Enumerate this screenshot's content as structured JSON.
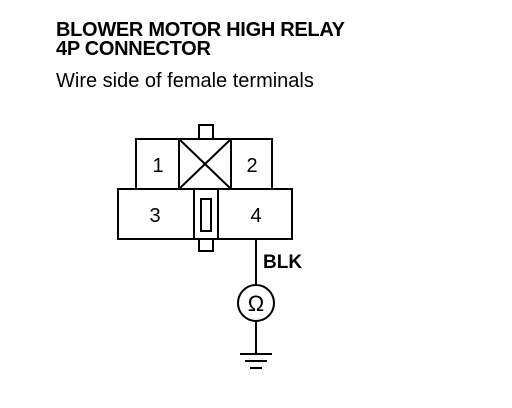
{
  "title": {
    "line1": "BLOWER MOTOR HIGH RELAY",
    "line2": "4P CONNECTOR"
  },
  "subtitle": "Wire side of female terminals",
  "connector": {
    "terminals": [
      {
        "number": "1"
      },
      {
        "number": "2"
      },
      {
        "number": "3"
      },
      {
        "number": "4"
      }
    ],
    "blank_cavity": "x-mark"
  },
  "wire": {
    "color_label": "BLK",
    "terminal": "4"
  },
  "meter": {
    "symbol": "Ω",
    "icon": "ohmmeter-icon"
  },
  "ground": {
    "icon": "ground-symbol-icon"
  }
}
